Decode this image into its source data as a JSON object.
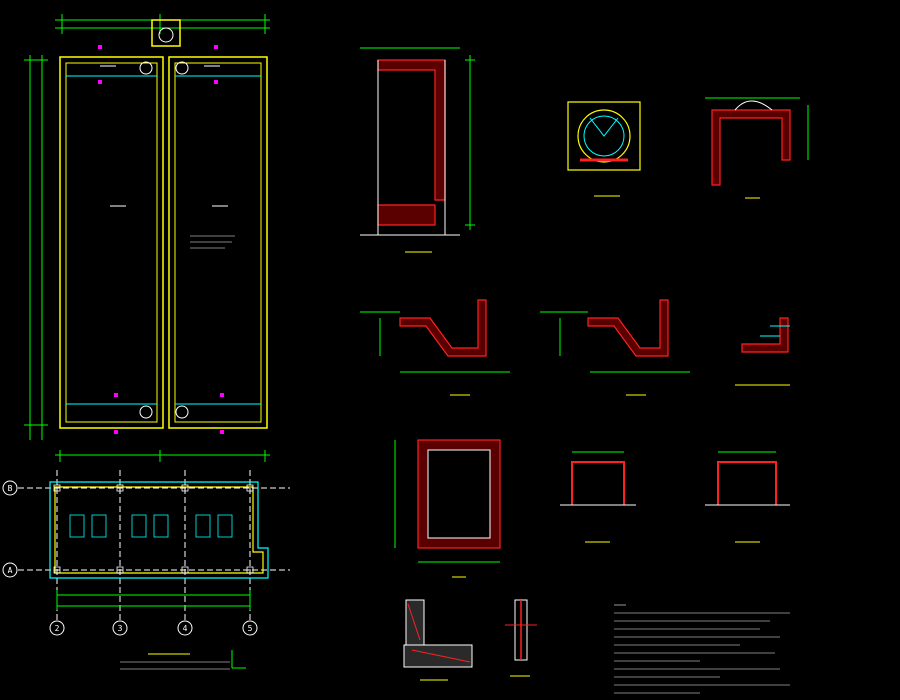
{
  "drawing": {
    "grid_axes": [
      "B",
      "A",
      "2",
      "3",
      "4",
      "5"
    ],
    "colors": {
      "background": "#000000",
      "yellow": "#ffff00",
      "green": "#00ff00",
      "cyan": "#00ffff",
      "red": "#ff2020",
      "magenta": "#ff00ff",
      "white": "#ffffff"
    }
  }
}
